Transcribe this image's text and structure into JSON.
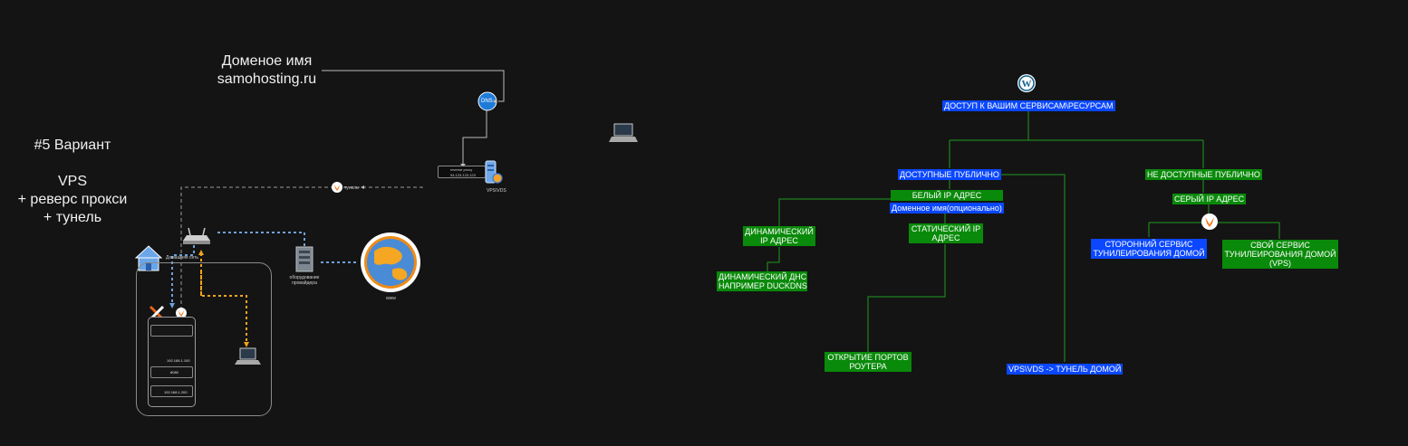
{
  "left": {
    "domain_title": [
      "Доменое имя",
      "samohosting.ru"
    ],
    "variant_title": [
      "#5 Вариант",
      "",
      "VPS",
      "+ реверс прокси",
      "+ тунель"
    ],
    "dns_label": "DNS",
    "proxy_line1": "reverse proxy",
    "proxy_line2": "94.123.123.123",
    "vps_label": "VPS\\VDS",
    "tunnel_label": "тунель",
    "home_network_label": "Домашняя сеть",
    "provider_label": [
      "оборудование",
      "провайдера"
    ],
    "www_label": "www",
    "ip_docker": "192.168.1.100",
    "ip_docker_port": "8080",
    "ip_wordpress": "192.168.1.200"
  },
  "right": {
    "top": "ДОСТУП К ВАШИМ СЕРВИСАМ\\РЕСУРСАМ",
    "public": "ДОСТУПНЫЕ ПУБЛИЧНО",
    "nonpublic": "НЕ ДОСТУПНЫЕ ПУБЛИЧНО",
    "white_ip": "БЕЛЫЙ IP АДРЕС",
    "domain_optional": "Доменное имя(опционально)",
    "gray_ip": "СЕРЫЙ IP АДРЕС",
    "dynamic_ip": [
      "ДИНАМИЧЕСКИЙ",
      "IP АДРЕС"
    ],
    "static_ip": [
      "СТАТИЧЕСКИЙ IP",
      "АДРЕС"
    ],
    "dynamic_dns": [
      "ДИНАМИЧЕСКИЙ ДНС",
      "НАПРИМЕР DUCKDNS"
    ],
    "port_open": [
      "ОТКРЫТИЕ ПОРТОВ",
      "РОУТЕРА"
    ],
    "vps_tunnel": "VPS\\VDS -> ТУНЕЛЬ ДОМОЙ",
    "third_party": [
      "СТОРОННИЙ СЕРВИС",
      "ТУНИЛЕИРОВАНИЯ ДОМОЙ"
    ],
    "own_service": [
      "СВОЙ СЕРВИС",
      "ТУНИЛЕИРОВАНИЯ ДОМОЙ",
      "(VPS)"
    ]
  },
  "colors": {
    "background": "#141414",
    "blue_tag": "#0a47ff",
    "green_tag": "#0a8a0a",
    "connector_green": "#1f9a1f",
    "connector_blue": "#6fa0d8",
    "connector_orange": "#f0a31c",
    "dns_circle": "#1f7bd8"
  },
  "icons": [
    "wordpress-icon",
    "laptop-icon",
    "router-icon",
    "house-icon",
    "server-rack-icon",
    "globe-icon",
    "tunnel-fox-icon",
    "proxmox-icon",
    "windows-icon",
    "linux-icon",
    "docker-icon",
    "code-icon"
  ]
}
